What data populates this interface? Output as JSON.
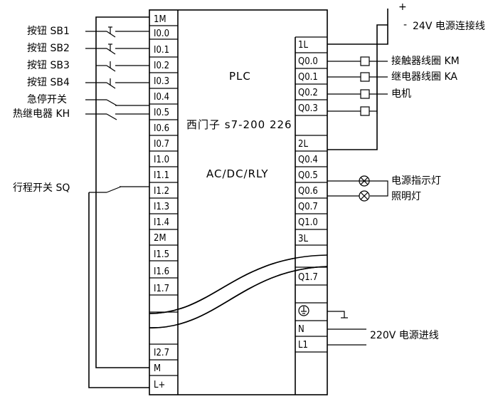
{
  "plc": {
    "title": "PLC",
    "model": "西门子 s7-200 226",
    "type": "AC/DC/RLY"
  },
  "inputs": {
    "common_top": "1M",
    "terminals": [
      "I0.0",
      "I0.1",
      "I0.2",
      "I0.3",
      "I0.4",
      "I0.5",
      "I0.6",
      "I0.7",
      "I1.0",
      "I1.1",
      "I1.2",
      "I1.3",
      "I1.4",
      "2M",
      "I1.5",
      "I1.6",
      "I1.7"
    ],
    "bottom": [
      "I2.7",
      "M",
      "L+"
    ]
  },
  "outputs": {
    "terminals_top": [
      "1L",
      "Q0.0",
      "Q0.1",
      "Q0.2",
      "Q0.3"
    ],
    "terminals_mid": [
      "2L",
      "Q0.4",
      "Q0.5",
      "Q0.6",
      "Q0.7",
      "Q1.0",
      "3L",
      "Q1.7"
    ],
    "bottom": [
      "N",
      "L1"
    ]
  },
  "labels": {
    "sb1": "按钮 SB1",
    "sb2": "按钮 SB2",
    "sb3": "按钮 SB3",
    "sb4": "按钮 SB4",
    "estop": "急停开关",
    "kh": "热继电器 KH",
    "sq": "行程开关 SQ",
    "plus": "+",
    "minus": "-",
    "supply24": "24V 电源连接线",
    "km": "接触器线圈 KM",
    "ka": "继电器线圈 KA",
    "motor": "电机",
    "power_lamp": "电源指示灯",
    "light": "照明灯",
    "supply220": "220V 电源进线"
  }
}
